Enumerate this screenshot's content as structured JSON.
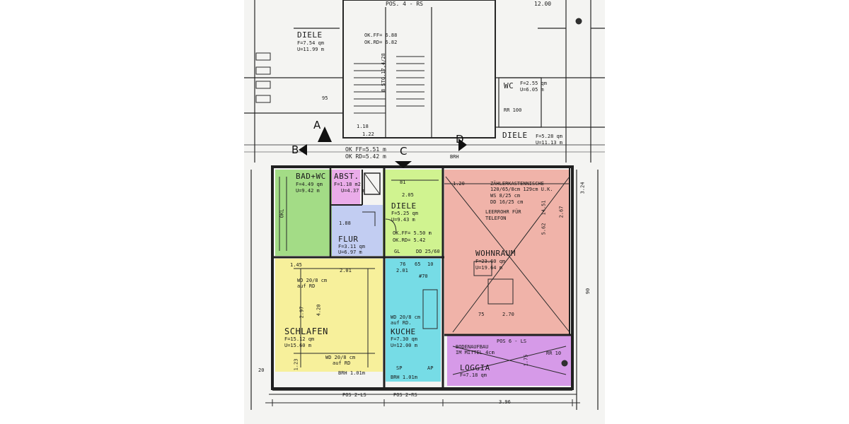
{
  "colors": {
    "paper": "#f4f4f2",
    "line": "#202020",
    "bad_wc": "#8fd66a",
    "abstell": "#e79ae6",
    "flur": "#b9c6f2",
    "diele_center": "#c9f27f",
    "wohnraum": "#ef9e90",
    "schlafen": "#f7ef8c",
    "kueche": "#5fd7e4",
    "loggia": "#d08ae6"
  },
  "upper": {
    "pos4": "POS. 4 - RS",
    "diele_top": {
      "name": "DIELE",
      "f": "F=7.54 qm",
      "u": "U=11.99 m"
    },
    "ok_ff_top": "OK.FF= 6.88",
    "ok_rd_top": "OK.RD= 6.82",
    "wc_top": {
      "name": "WC",
      "f": "F=2.55 qm",
      "u": "U=6.05 m",
      "rr": "RR 100"
    },
    "diele_right": {
      "name": "DIELE",
      "f": "F=5.28 qm",
      "u": "U=11.13 m"
    },
    "stg": "8 STG.17,4/28",
    "ok_ff_mid": "OK FF=5.51 m",
    "ok_rd_mid": "OK RD=5.42 m",
    "top_dim": "12.00"
  },
  "markers": {
    "a": "A",
    "b": "B",
    "c": "C",
    "d": "D"
  },
  "rooms": {
    "bad": {
      "name": "BAD+WC",
      "f": "F=4.49 qm",
      "u": "U=9.42 m"
    },
    "abst": {
      "name": "ABST.",
      "f": "F=1.18 m2",
      "u": "U=4.37 m"
    },
    "flur": {
      "name": "FLUR",
      "f": "F=3.11 qm",
      "u": "U=6.97 m"
    },
    "diele": {
      "name": "DIELE",
      "f": "F=5.25 qm",
      "u": "U=9.43 m",
      "ok_ff": "OK.FF= 5.50 m",
      "ok_rd": "OK.RD= 5.42",
      "dd": "DD 25/60"
    },
    "wohnraum": {
      "name": "WOHNRAUM",
      "f": "F=23.60 qm",
      "u": "U=19.64 m"
    },
    "schlafen": {
      "name": "SCHLAFEN",
      "f": "F=15.12 qm",
      "u": "U=15.60 m"
    },
    "kueche": {
      "name": "KUCHE",
      "f": "F=7.30 qm",
      "u": "U=12.00 m"
    },
    "loggia": {
      "name": "LOGGIA",
      "f": "F=7.18 qm"
    }
  },
  "notes": {
    "zaehler": "ZÄHLERKASTENNISCHE",
    "zaehler_dim": "120/65/8cm 129cm U.K.",
    "ws": "WS 8/25 cm",
    "dd_note": "DD 16/25 cm",
    "leerrohr": "LEERROHR FÜR",
    "telefon": "TELEFON",
    "wd_schlafen_top": "WD 20/8 cm",
    "auf_rd_1": "auf RD",
    "wd_schlafen_bot": "WD 20/8 cm",
    "auf_rd_2": "auf RD",
    "brh_schlafen": "BRH 1.01m",
    "wd_kueche": "WD 20/8 cm",
    "auf_rd_3": "auf RD.",
    "brh_kueche": "BRH 1.01m",
    "sp": "SP",
    "ap": "AP",
    "gl": "GL",
    "bodenaufbau": "BODENAUFBAU",
    "im_mittel": "IM MITTEL 4cm",
    "pos6": "POS 6 - LS",
    "rr10": "RR 10",
    "pos2ls": "POS 2-LS",
    "pos2rs": "POS 2-RS",
    "brh_top": "BRH",
    "okl": "OKL"
  },
  "dims": {
    "d_1_20": "1.20",
    "d_2_67": "2.67",
    "d_5_62": "5.62",
    "d_14_51": "14.51",
    "d_2_01": "2.01",
    "d_1_45": "1.45",
    "d_4_20": "4.20",
    "d_2_97": "2.97",
    "d_1_23": "1.23",
    "d_2_70": "2.70",
    "d_3_96": "3.96",
    "d_1_75": "1.75",
    "d_76": "76",
    "d_65": "65",
    "d_10": "10",
    "d_75": "75",
    "d_1_88": "1.88",
    "d_1_18": "1.18",
    "d_1_22": "1.22",
    "d_2_05": "2.05",
    "d_3_24": "3.24",
    "d_20": "20",
    "d_pos70": "#70",
    "d_90": "90",
    "d_81": "81",
    "d_95": "95"
  }
}
